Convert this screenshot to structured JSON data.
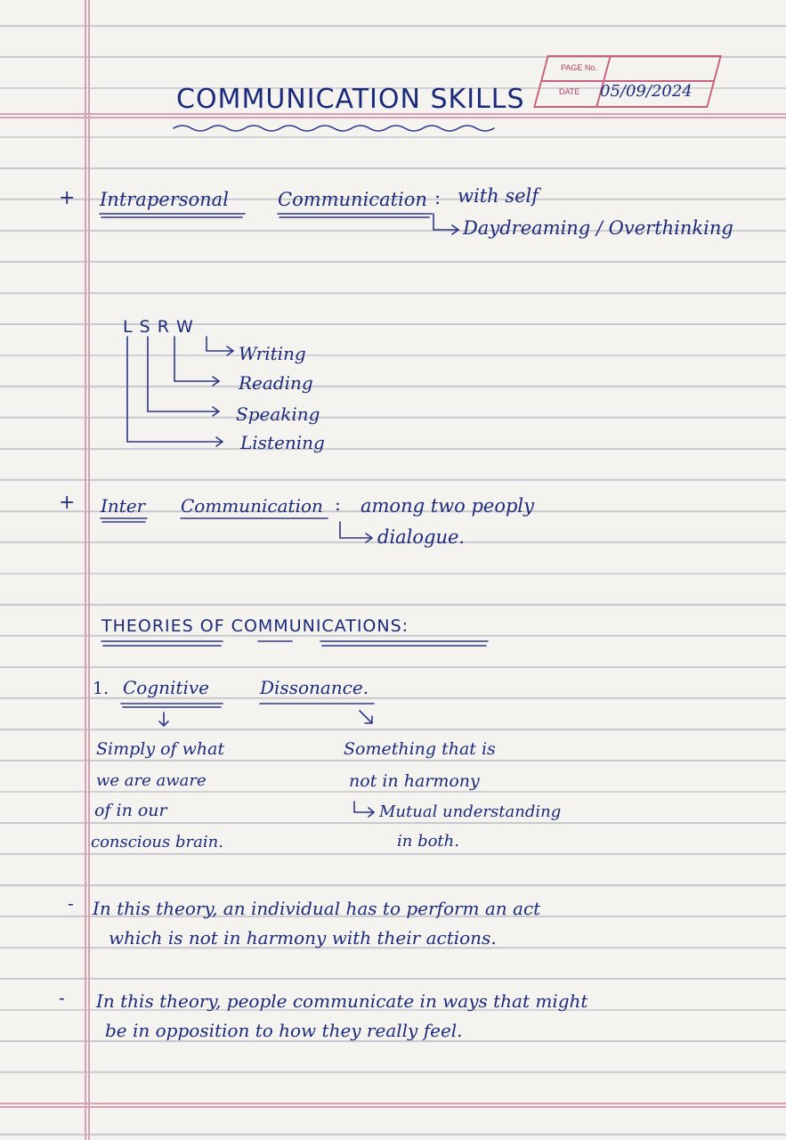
{
  "title": "COMMUNICATION SKILLS",
  "stamp": {
    "page_no_label": "PAGE No.",
    "date_label": "DATE",
    "date_value": "05/09/2024"
  },
  "section1": {
    "bullet": "+",
    "heading_word1": "Intrapersonal",
    "heading_word2": "Communication",
    "colon": ":",
    "definition": "with self",
    "example": "Daydreaming / Overthinking"
  },
  "lsrw": {
    "acronym": "L S R W",
    "items": [
      "Writing",
      "Reading",
      "Speaking",
      "Listening"
    ]
  },
  "section2": {
    "bullet": "+",
    "heading_word1": "Inter",
    "heading_word2": "Communication",
    "colon": ":",
    "definition": "among two peoply",
    "example": "dialogue."
  },
  "theories_heading": "THEORIES  OF  COMMUNICATIONS:",
  "theory1": {
    "number": "1.",
    "word1": "Cognitive",
    "word2": "Dissonance.",
    "left_lines": [
      "Simply of what",
      "we    are    aware",
      "of in our",
      "conscious brain."
    ],
    "right_lines": [
      "Something  that  is",
      "not in harmony",
      "Mutual understanding",
      "in both."
    ]
  },
  "points": [
    {
      "dash": "-",
      "lines": [
        "In   this   theory,  an  individual  has  to  perform   an  act",
        "which   is   not   in  harmony  with  their  actions."
      ]
    },
    {
      "dash": "-",
      "lines": [
        "In  this  theory,  people  communicate  in  ways  that   might",
        "be   in  opposition   to  how  they   really  feel."
      ]
    }
  ]
}
